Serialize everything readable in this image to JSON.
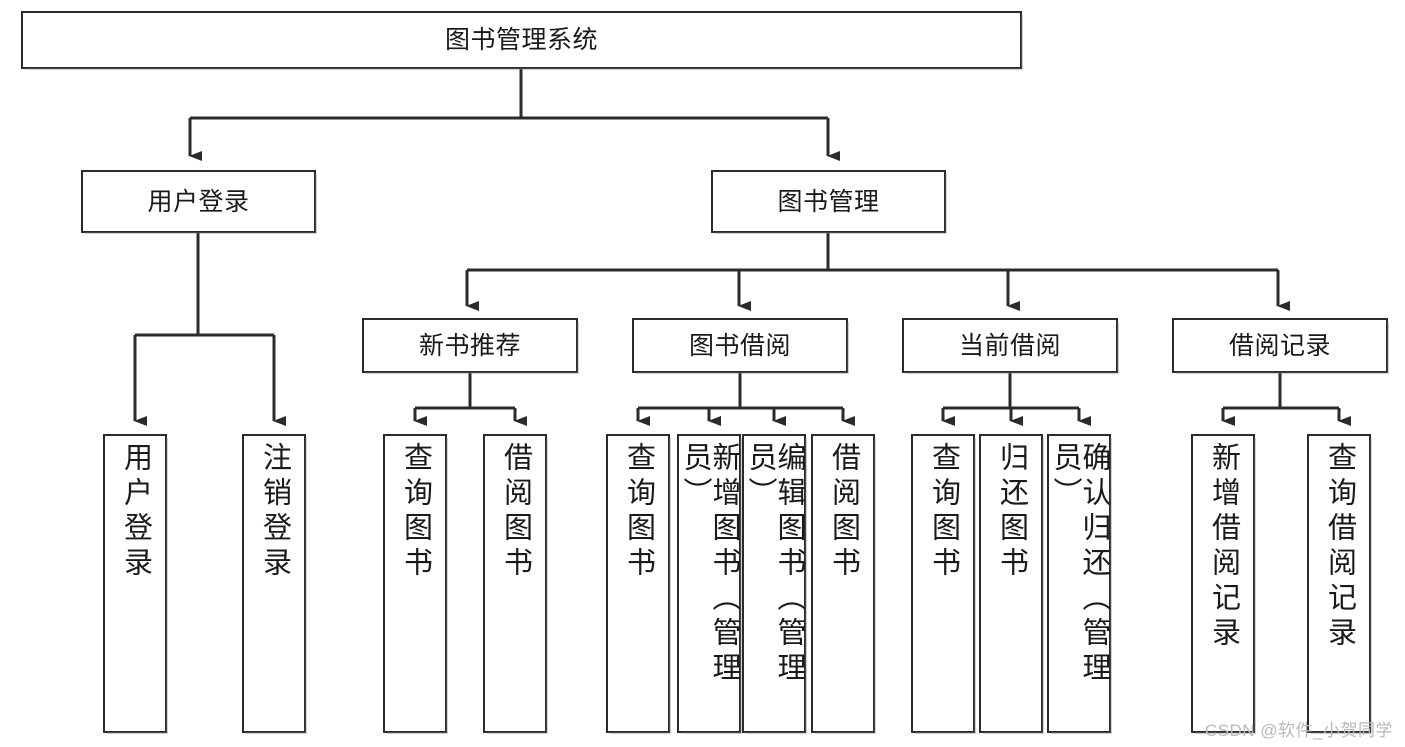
{
  "diagram": {
    "type": "tree",
    "title": "图书管理系统",
    "root": {
      "id": "root",
      "label": "图书管理系统"
    },
    "level2": [
      {
        "id": "user-login",
        "label": "用户登录"
      },
      {
        "id": "book-manage",
        "label": "图书管理"
      }
    ],
    "level3": [
      {
        "id": "new-book-recommend",
        "label": "新书推荐",
        "parent": "book-manage"
      },
      {
        "id": "book-borrow",
        "label": "图书借阅",
        "parent": "book-manage"
      },
      {
        "id": "current-borrow",
        "label": "当前借阅",
        "parent": "book-manage"
      },
      {
        "id": "borrow-record",
        "label": "借阅记录",
        "parent": "book-manage"
      }
    ],
    "leaves": [
      {
        "id": "leaf-user-login",
        "label": "用户登录",
        "parent": "user-login"
      },
      {
        "id": "leaf-user-logout",
        "label": "注销登录",
        "parent": "user-login"
      },
      {
        "id": "leaf-query-book-1",
        "label": "查询图书",
        "parent": "new-book-recommend"
      },
      {
        "id": "leaf-borrow-book-1",
        "label": "借阅图书",
        "parent": "new-book-recommend"
      },
      {
        "id": "leaf-query-book-2",
        "label": "查询图书",
        "parent": "book-borrow"
      },
      {
        "id": "leaf-add-book",
        "label": "新增图书（管理员）",
        "parent": "book-borrow"
      },
      {
        "id": "leaf-edit-book",
        "label": "编辑图书（管理员）",
        "parent": "book-borrow"
      },
      {
        "id": "leaf-borrow-book-2",
        "label": "借阅图书",
        "parent": "book-borrow"
      },
      {
        "id": "leaf-query-book-3",
        "label": "查询图书",
        "parent": "current-borrow"
      },
      {
        "id": "leaf-return-book",
        "label": "归还图书",
        "parent": "current-borrow"
      },
      {
        "id": "leaf-confirm-return",
        "label": "确认归还（管理员）",
        "parent": "current-borrow"
      },
      {
        "id": "leaf-add-record",
        "label": "新增借阅记录",
        "parent": "borrow-record"
      },
      {
        "id": "leaf-query-record",
        "label": "查询借阅记录",
        "parent": "borrow-record"
      }
    ],
    "colors": {
      "box_border": "#2b2b2b",
      "box_fill": "#ffffff",
      "connector": "#2b2b2b",
      "text": "#1a1a1a",
      "watermark": "#b9b9b9",
      "background": "#ffffff"
    }
  },
  "watermark": {
    "text": "CSDN @软件_小贺同学"
  }
}
